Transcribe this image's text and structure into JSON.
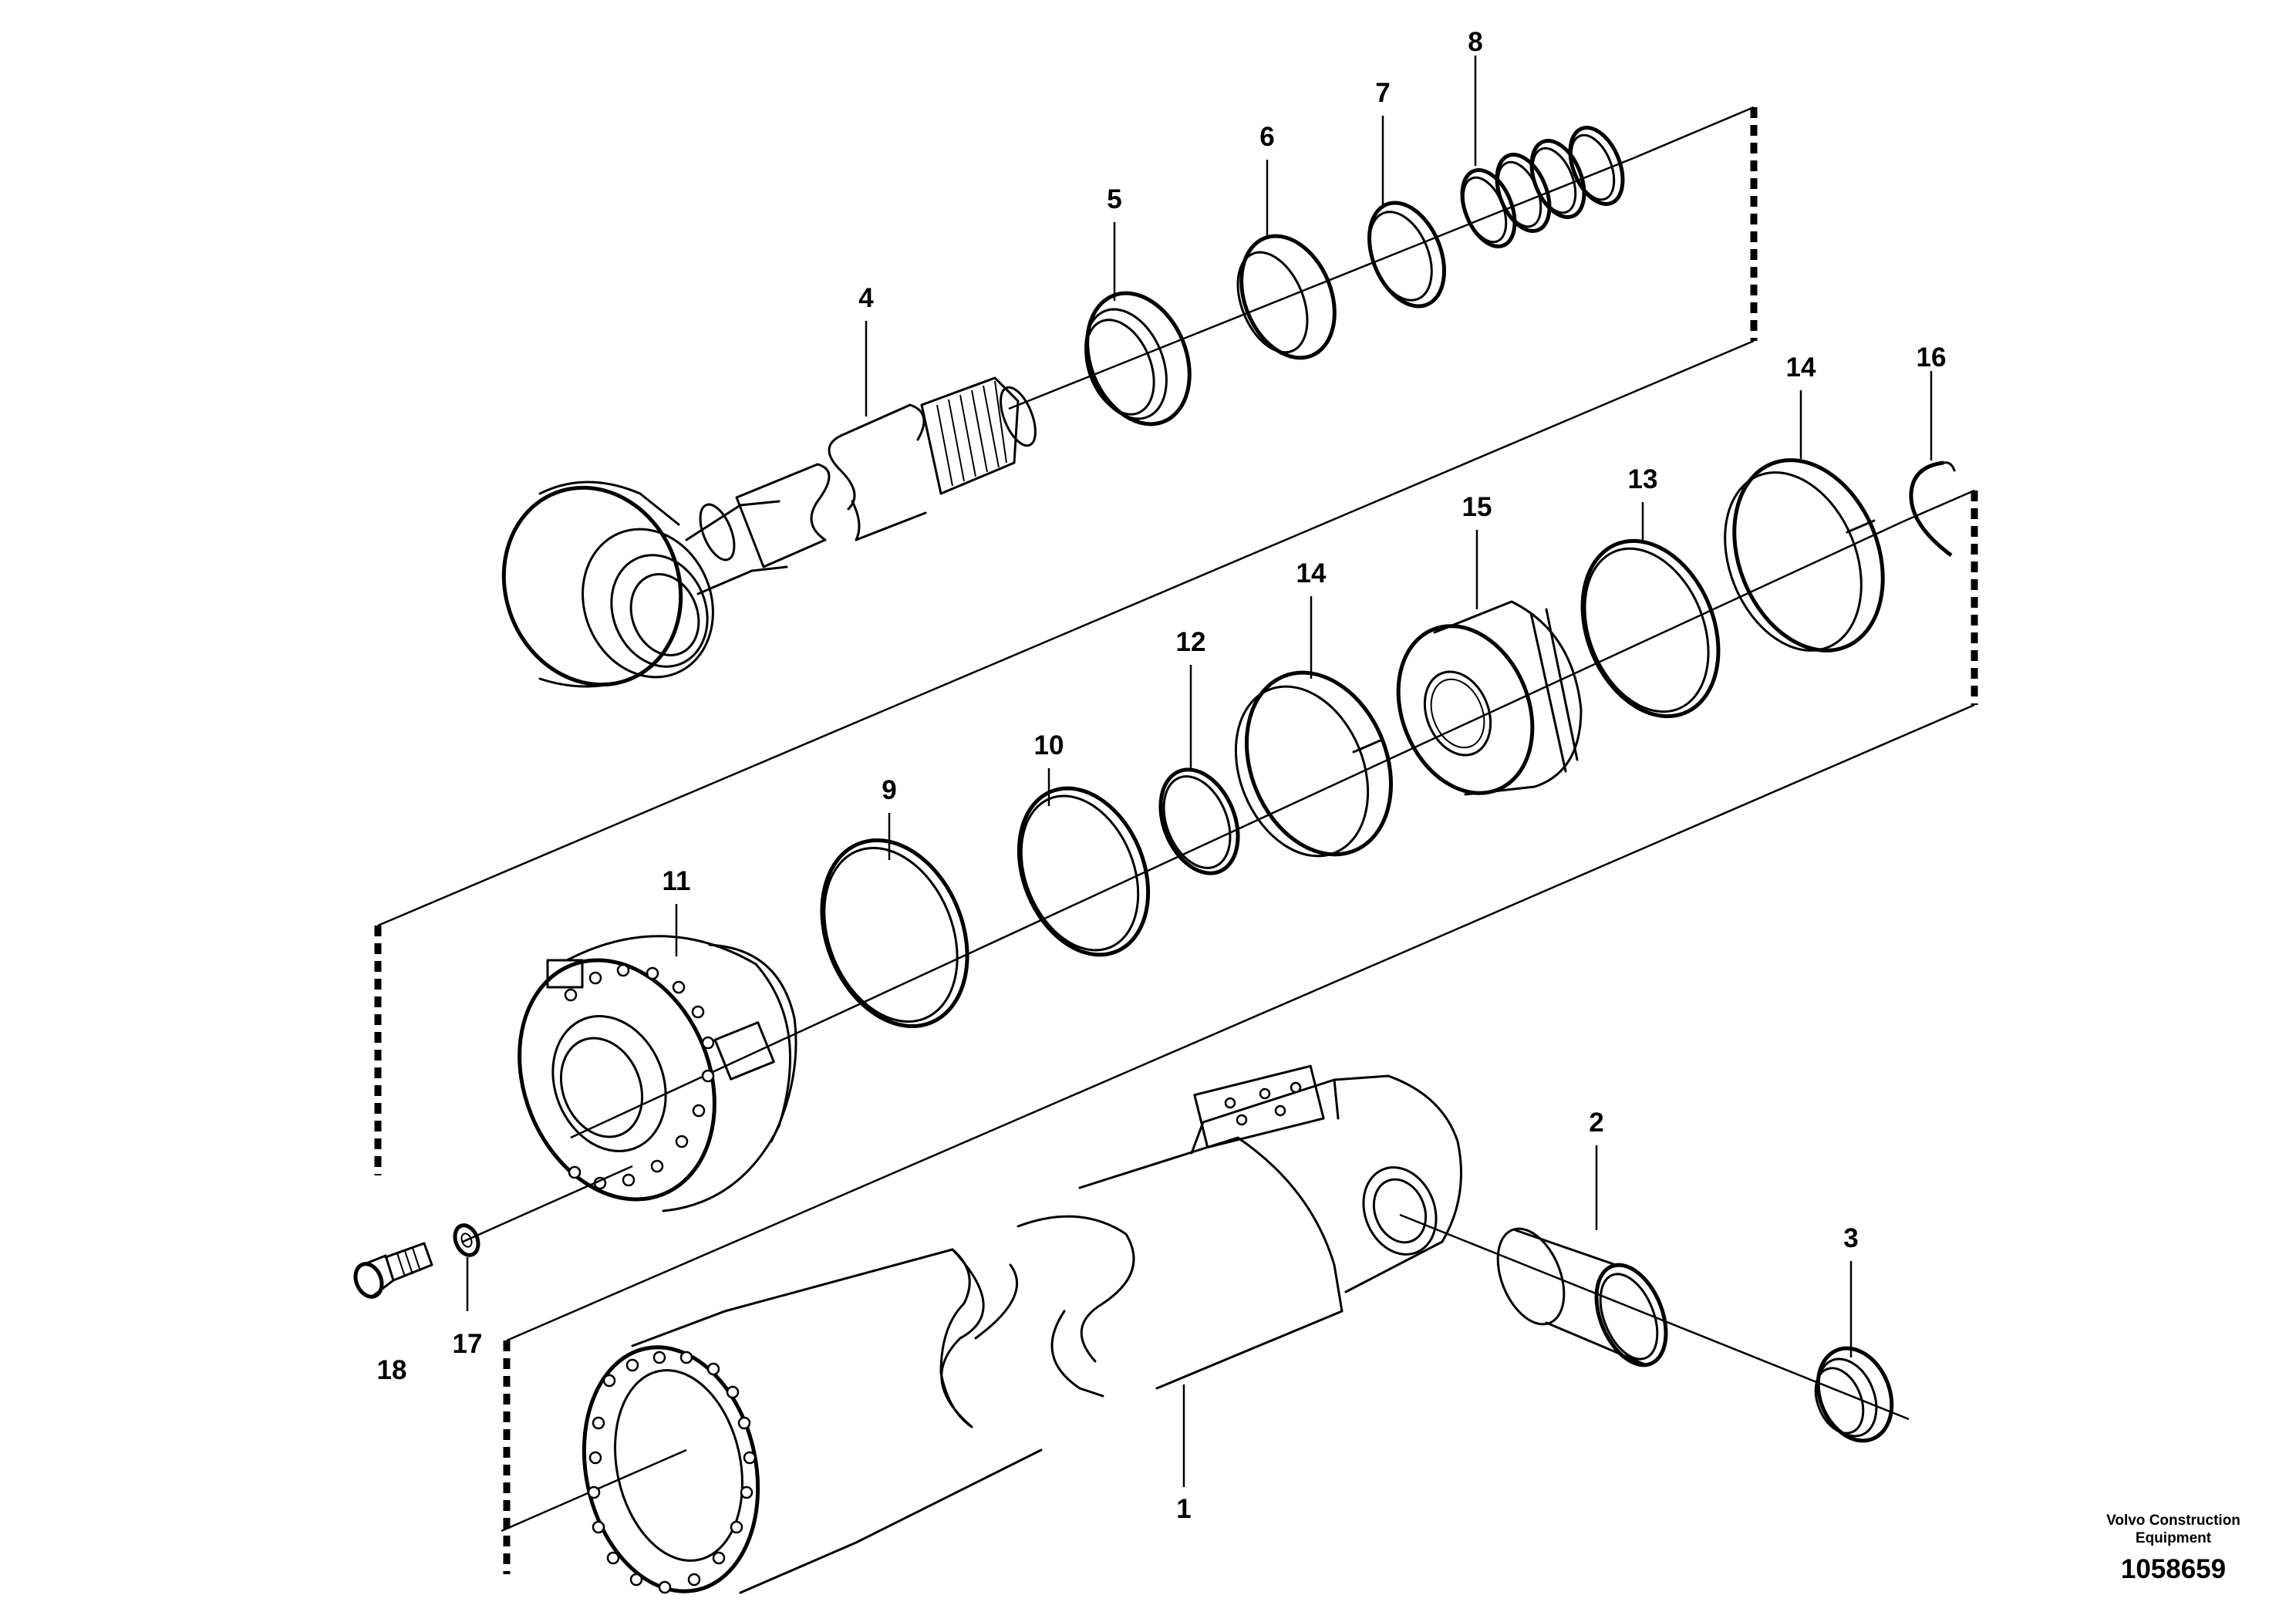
{
  "diagram": {
    "callouts": [
      "1",
      "2",
      "3",
      "4",
      "5",
      "6",
      "7",
      "8",
      "9",
      "10",
      "11",
      "12",
      "13",
      "14",
      "14",
      "15",
      "16",
      "17",
      "18"
    ]
  },
  "footer": {
    "company_line1": "Volvo Construction",
    "company_line2": "Equipment",
    "drawing_number": "1058659"
  }
}
